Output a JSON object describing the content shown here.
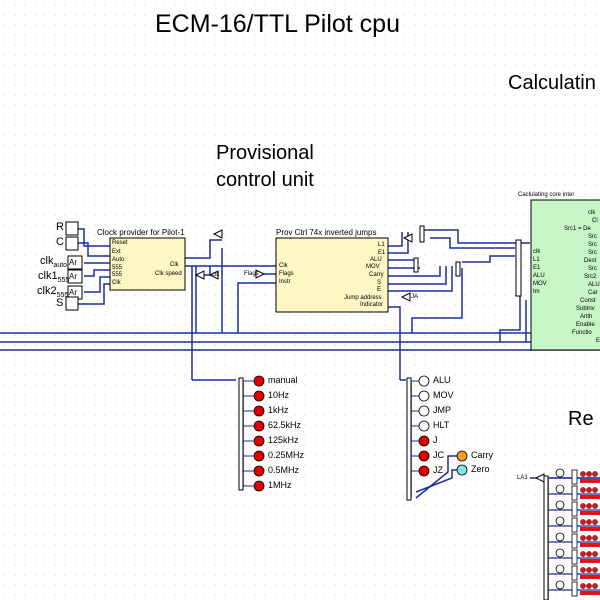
{
  "title": "ECM-16/TTL  Pilot  cpu",
  "section_titles": {
    "calculating": "Calculatin",
    "registers": "Re",
    "provisional_line1": "Provisional",
    "provisional_line2": "control  unit"
  },
  "inputs": {
    "r": "R",
    "c": "C",
    "clk_auto": "clk",
    "clk_auto_sub": "auto",
    "clk1": "clk1",
    "clk1_sub": "555",
    "clk2": "clk2",
    "clk2_sub": "555",
    "s": "S",
    "ar": "Ar"
  },
  "clock_provider": {
    "title": "Clock  provider  for  Pilot-1",
    "pins_left": [
      "Reset",
      "Ext",
      "Auto",
      "555",
      "555",
      "Clk"
    ],
    "pins_right": [
      "Clk",
      "Clk speed"
    ],
    "tunnel": "clk"
  },
  "prov_ctrl": {
    "title": "Prov Ctrl 74x inverted jumps",
    "pins_left": [
      "Clk",
      "Flags",
      "Instr"
    ],
    "pins_right": [
      "L1",
      "E1",
      "ALU",
      "MOV",
      "Carry",
      "S",
      "E",
      "Jump  address",
      "Indicator"
    ],
    "flags_tunnel": "Flags",
    "ja_tunnel": "JA"
  },
  "calc_core": {
    "title": "Caclulating core inter",
    "pins_left": [
      "clk",
      "L1",
      "E1",
      "ALU",
      "MOV",
      "Im"
    ],
    "pins_right": [
      "clk",
      "Cl",
      "Src1 = De",
      "Src",
      "Src",
      "Src",
      "Dest",
      "Src",
      "Src2",
      "ALU",
      "Car",
      "Const",
      "SubInv",
      "Arith",
      "Enable",
      "Functio",
      "E"
    ]
  },
  "speed_leds": [
    "manual",
    "10Hz",
    "1kHz",
    "62.5kHz",
    "125kHz",
    "0.25MHz",
    "0.5MHz",
    "1MHz"
  ],
  "status_leds": [
    "ALU",
    "MOV",
    "JMP",
    "HLT",
    "J",
    "JC",
    "JZ"
  ],
  "flag_leds": [
    "Carry",
    "Zero"
  ],
  "register_tunnel": "LA1",
  "colors": {
    "wire": "#1a2f9c",
    "block_fill": "#fdf7c3",
    "core_fill": "#c6f5c6",
    "led_red": "#e00000",
    "led_orange": "#f59a1e",
    "led_cyan": "#7ee8ea",
    "led_off": "#ffffff",
    "led_heart": "#e21515"
  }
}
